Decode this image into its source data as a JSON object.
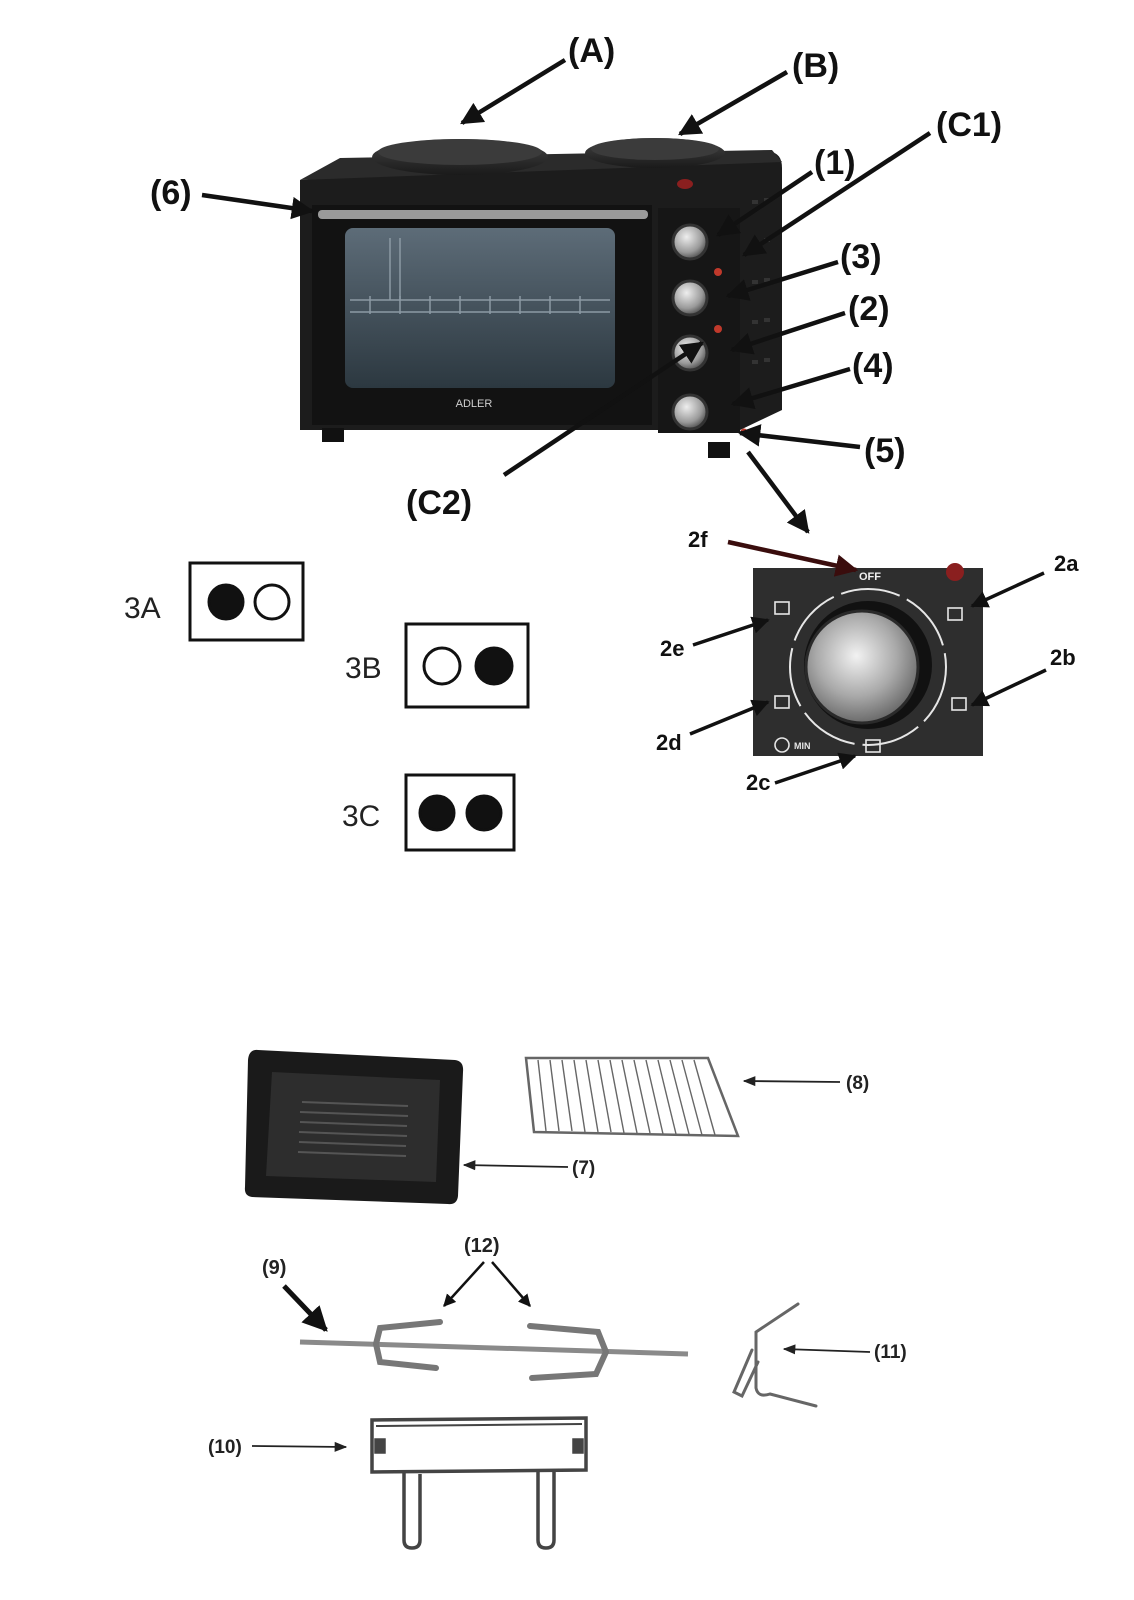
{
  "colors": {
    "oven_body": "#1c1c1c",
    "window": "#3a4a56",
    "panel_dark": "#2e2e2e",
    "accent_red": "#c0392b",
    "knob_silver": "#b8b8b8"
  },
  "oven": {
    "brand": "ADLER",
    "labels": {
      "A": "(A)",
      "B": "(B)",
      "C1": "(C1)",
      "C2": "(C2)",
      "n1": "(1)",
      "n2": "(2)",
      "n3": "(3)",
      "n4": "(4)",
      "n5": "(5)",
      "n6": "(6)"
    }
  },
  "indicators": [
    {
      "label": "3A",
      "left": "filled",
      "right": "empty"
    },
    {
      "label": "3B",
      "left": "empty",
      "right": "filled"
    },
    {
      "label": "3C",
      "left": "filled",
      "right": "filled"
    }
  ],
  "dial": {
    "off_text": "OFF",
    "min_text": "MIN",
    "labels": {
      "a": "2a",
      "b": "2b",
      "c": "2c",
      "d": "2d",
      "e": "2e",
      "f": "2f"
    }
  },
  "accessories": {
    "tray": "(7)",
    "rack": "(8)",
    "spit": "(9)",
    "spit_support": "(10)",
    "handle": "(11)",
    "forks": "(12)"
  }
}
